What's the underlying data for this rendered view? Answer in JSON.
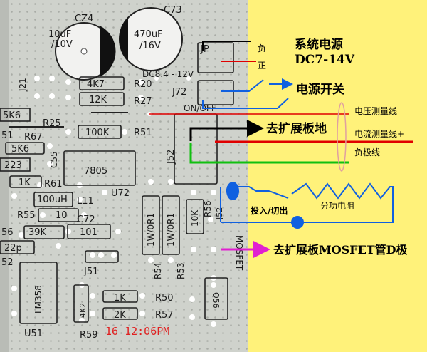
{
  "colors": {
    "pcb_background": "#cfd2cc",
    "annotation_panel": "#fff27a",
    "black_wire": "#000000",
    "red_wire": "#e00000",
    "blue_wire": "#1060e0",
    "green_wire": "#10c010",
    "magenta_arrow": "#e020d0",
    "timestamp": "#e02020"
  },
  "board": {
    "cap_cz4": "CZ4",
    "cap_c73": "C73",
    "cap_10uf": "10uF",
    "cap_10v": "/10V",
    "cap_470uf": "470uF",
    "cap_16v": "/16V",
    "j21": "J21",
    "jp_label": "JP",
    "j72": "J72",
    "dc_label": "DC8.4 - 12V",
    "onoff": "ON/OFF",
    "r4k7": "4K7",
    "r12k": "12K",
    "r20": "R20",
    "r27": "R27",
    "r5k6a": "5K6",
    "r25": "R25",
    "r100k": "100K",
    "r51": "R51",
    "r67": "R67",
    "r51b": "51",
    "r5k6b": "5K6",
    "c223": "223",
    "c55": "C55",
    "reg7805": "7805",
    "u72": "U72",
    "j52": "J52",
    "r1k": "1K",
    "r61": "R61",
    "l100uh": "100uH",
    "l11": "L11",
    "r55": "R55",
    "r10": "10",
    "c72": "C72",
    "c101": "101",
    "r39k": "39K",
    "c56": "56",
    "c22p": "22p",
    "c52": "52",
    "j51": "J51",
    "r1w_a": "1W/0R1",
    "r1w_b": "1W/0R1",
    "r54": "R54",
    "r53": "R53",
    "r10k": "10K",
    "r56": "R56",
    "j52b": "J52",
    "mosfet": "MOSFET",
    "lm358": "LM358",
    "u51": "U51",
    "r4k2": "4K2",
    "r59": "R59",
    "r1k_b": "1K",
    "r2k": "2K",
    "r50": "R50",
    "r57": "R57",
    "q56": "Q56",
    "timestamp": "16 12:06PM"
  },
  "annotations": {
    "neg": "负",
    "pos": "正",
    "power_title": "系统电源",
    "power_range": "DC7-14V",
    "power_switch": "电源开关",
    "voltage_line": "电压测量线",
    "current_line": "电流测量线+",
    "neg_line": "负极线",
    "ground": "去扩展板地",
    "switch_inout": "投入/切出",
    "shunt": "分功电阻",
    "mosfet_drain": "去扩展板MOSFET管D极"
  }
}
